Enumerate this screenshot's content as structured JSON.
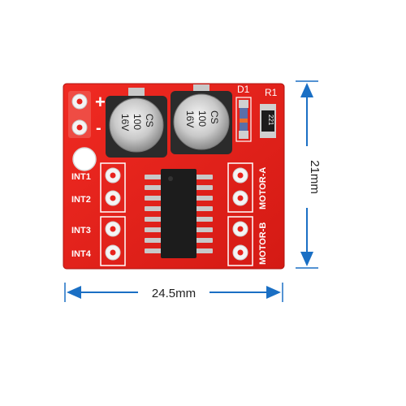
{
  "board": {
    "power_plus": "+",
    "power_minus": "-",
    "diode_label": "D1",
    "resistor_label": "R1",
    "resistor_code": "221",
    "capacitor_left": [
      "CS",
      "100",
      "16V"
    ],
    "capacitor_right": [
      "CS",
      "100",
      "16V"
    ],
    "inputs": [
      "INT1",
      "INT2",
      "INT3",
      "INT4"
    ],
    "motor_a": "MOTOR-A",
    "motor_b": "MOTOR-B"
  },
  "dimensions": {
    "width_label": "24.5mm",
    "height_label": "21mm"
  },
  "colors": {
    "pcb": "#e8221c",
    "pad": "#f4f4f4",
    "dimension": "#1a6fc4",
    "chip": "#1c1c1c"
  }
}
